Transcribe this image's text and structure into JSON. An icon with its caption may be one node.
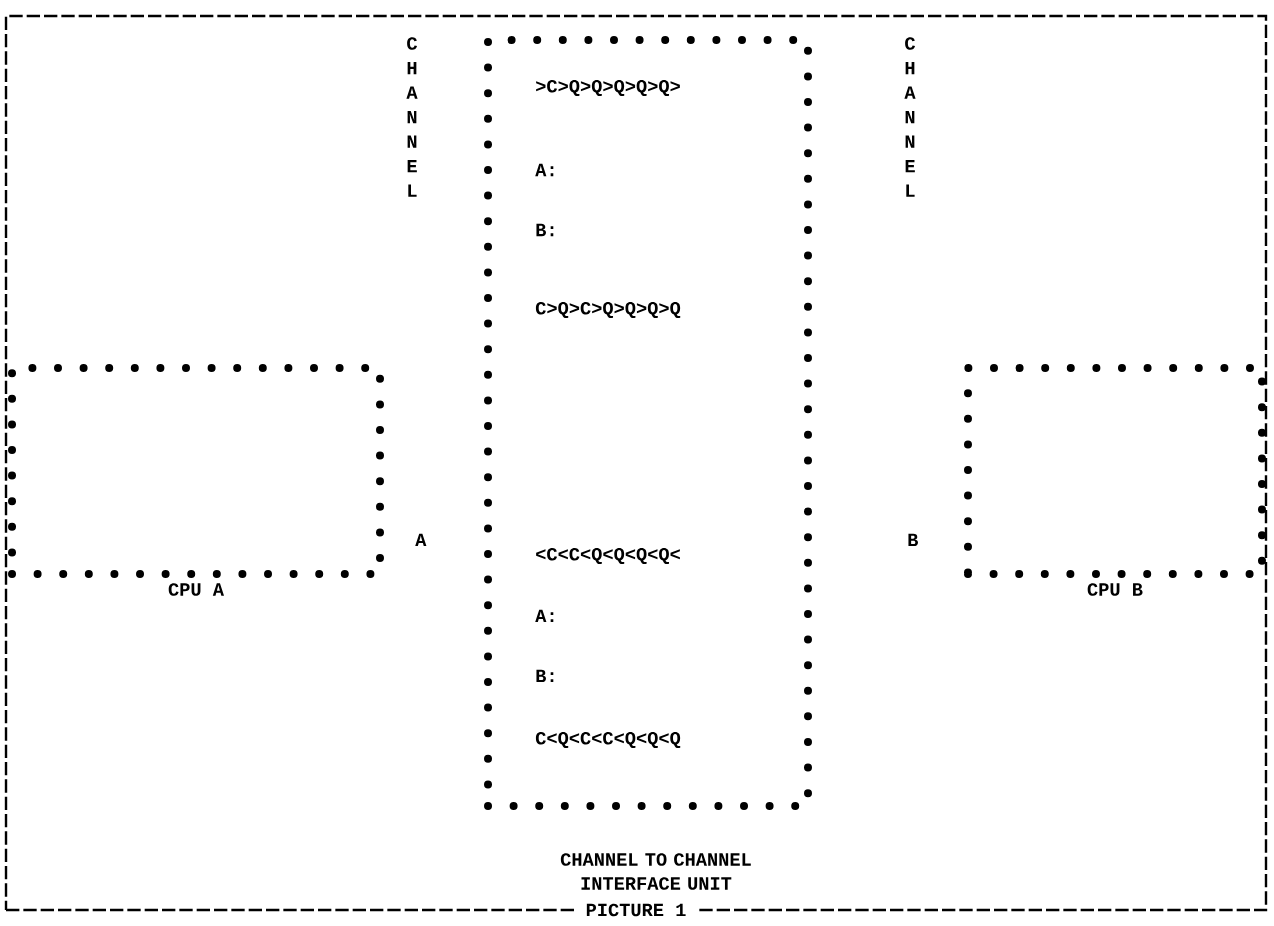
{
  "diagram": {
    "nodes": [
      {
        "text": [
          "PICTURE 1"
        ]
      },
      {
        "text": [
          "CPU A"
        ],
        "in": 0
      },
      {
        "text": [
          "CHANNEL TO CHANNEL INTERFACE UNIT"
        ],
        "in": 0
      },
      {
        "text": [
          "CPU B"
        ],
        "in": 0
      }
    ],
    "labels": [
      "CHANNEL",
      "CHANNEL",
      ">C>Q>Q>Q>Q>Q>",
      "A:",
      "B:",
      "C>Q>C>Q>Q>Q>Q",
      "A",
      "B",
      "<C<C<Q<Q<Q<Q<",
      "A:",
      "B:",
      "C<Q<C<C<Q<Q<Q"
    ]
  }
}
